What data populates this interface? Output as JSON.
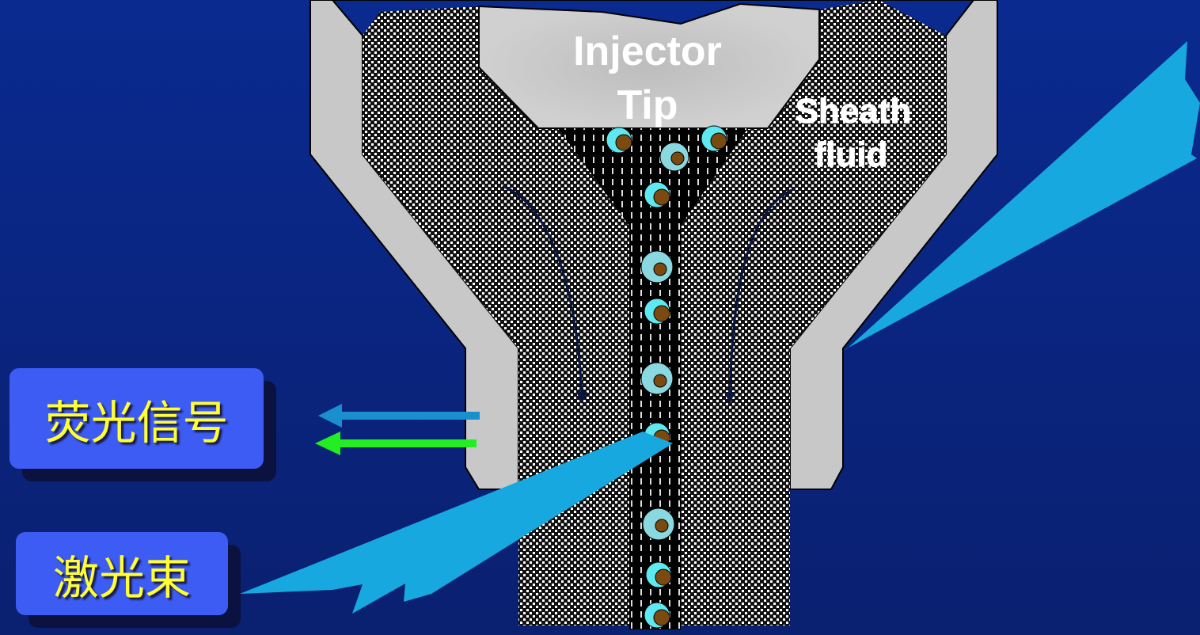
{
  "diagram": {
    "injector_label_line1": "Injector",
    "injector_label_line2": "Tip",
    "sheath_label_line1": "Sheath",
    "sheath_label_line2": "fluid",
    "fluorescence_label": "荧光信号",
    "laser_label": "激光束"
  },
  "colors": {
    "background": "#0a2a8c",
    "nozzle": "#c8c8c8",
    "laser": "#17a8e0",
    "label_box": "#3c5cf4",
    "label_text": "#ffff33",
    "arrow_blue": "#1a8fd0",
    "arrow_green": "#22ee22"
  }
}
